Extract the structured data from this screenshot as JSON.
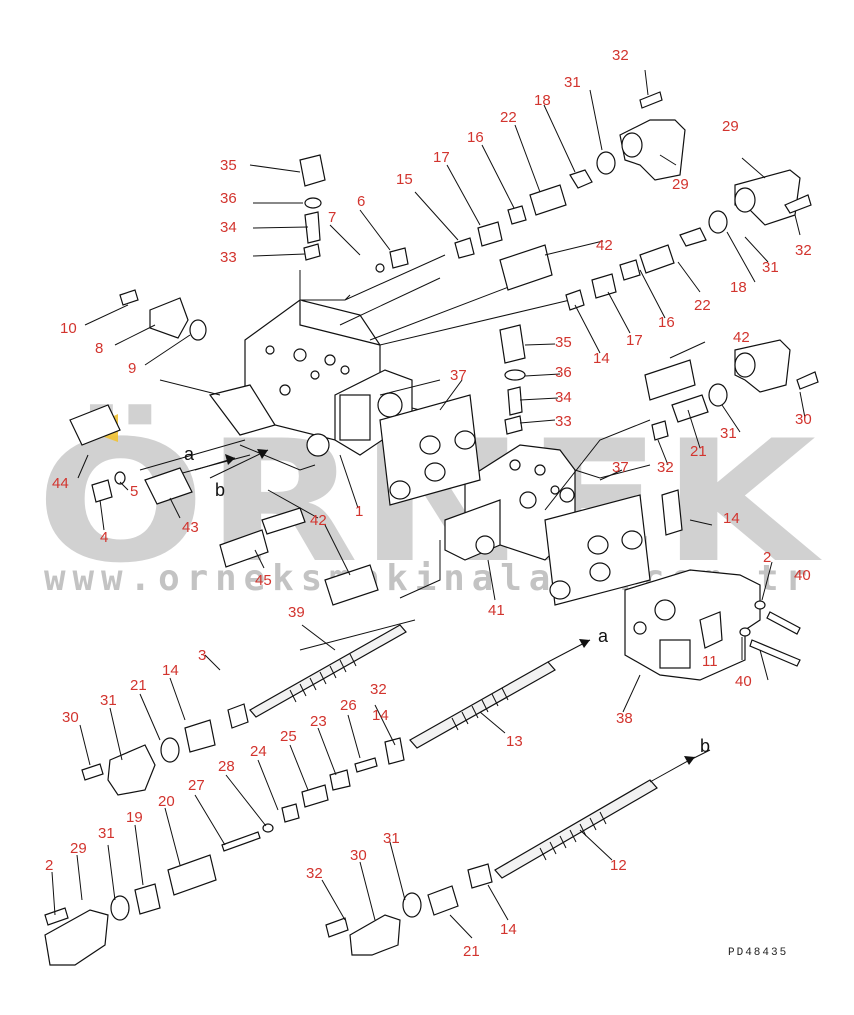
{
  "watermark": {
    "brand": "ÖRNEK",
    "url": "www.orneksmakinalari.com.tr"
  },
  "drawing_code": "PD48435",
  "flow_labels": [
    "a",
    "b",
    "a",
    "b"
  ],
  "callouts": [
    "32",
    "31",
    "18",
    "22",
    "16",
    "17",
    "29",
    "15",
    "42",
    "35",
    "36",
    "6",
    "7",
    "34",
    "33",
    "29",
    "32",
    "31",
    "18",
    "22",
    "16",
    "17",
    "14",
    "10",
    "8",
    "9",
    "42",
    "35",
    "36",
    "34",
    "33",
    "44",
    "5",
    "43",
    "4",
    "a",
    "b",
    "42",
    "1",
    "37",
    "37",
    "21",
    "31",
    "30",
    "32",
    "14",
    "45",
    "41",
    "2",
    "40",
    "39",
    "11",
    "40",
    "38",
    "3",
    "14",
    "21",
    "31",
    "30",
    "32",
    "13",
    "14",
    "26",
    "23",
    "25",
    "24",
    "28",
    "27",
    "20",
    "19",
    "31",
    "29",
    "2",
    "12",
    "31",
    "30",
    "32",
    "14",
    "21"
  ]
}
